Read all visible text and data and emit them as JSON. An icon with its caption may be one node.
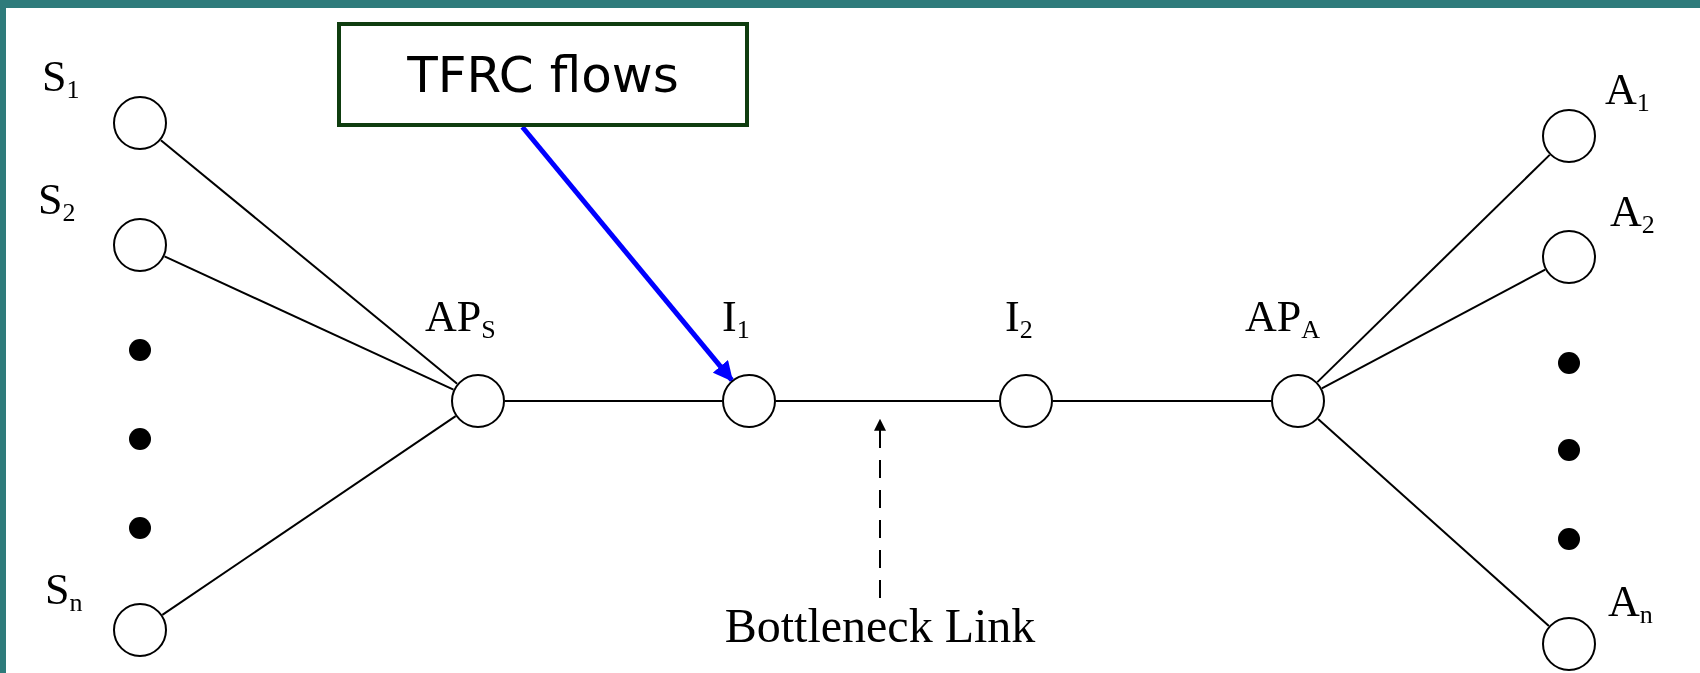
{
  "diagram": {
    "nodes": [
      {
        "text": [],
        "shape": "circle",
        "beside": [
          "S$_{1}$"
        ]
      },
      {
        "text": [],
        "shape": "circle",
        "beside": [
          "S$_{2}$"
        ]
      },
      {
        "text": [],
        "shape": "circle",
        "beside": [
          "S$_{n}$"
        ]
      },
      {
        "text": [],
        "shape": "circle",
        "beside": [
          "AP$_{S}$"
        ]
      },
      {
        "text": [],
        "shape": "circle",
        "beside": [
          "I$_{1}$"
        ]
      },
      {
        "text": [],
        "shape": "circle",
        "beside": [
          "I$_{2}$"
        ]
      },
      {
        "text": [],
        "shape": "circle",
        "beside": [
          "AP$_{A}$"
        ]
      },
      {
        "text": [],
        "shape": "circle",
        "beside": [
          "A$_{1}$"
        ]
      },
      {
        "text": [],
        "shape": "circle",
        "beside": [
          "A$_{2}$"
        ]
      },
      {
        "text": [],
        "shape": "circle",
        "beside": [
          "A$_{n}$"
        ]
      },
      {
        "text": [
          "TFRC flows"
        ]
      },
      {
        "text": [
          "Bottleneck Link"
        ]
      }
    ],
    "edges": [
      {
        "from": 0,
        "to": 3,
        "arrow": "none"
      },
      {
        "from": 1,
        "to": 3,
        "arrow": "none"
      },
      {
        "from": 2,
        "to": 3,
        "arrow": "none"
      },
      {
        "from": 3,
        "to": 4,
        "arrow": "none"
      },
      {
        "from": 4,
        "to": 5,
        "arrow": "none"
      },
      {
        "from": 5,
        "to": 6,
        "arrow": "none"
      },
      {
        "from": 6,
        "to": 7,
        "arrow": "none"
      },
      {
        "from": 6,
        "to": 8,
        "arrow": "none"
      },
      {
        "from": 6,
        "to": 9,
        "arrow": "none"
      },
      {
        "from": 10,
        "to": 4,
        "arrow": "to",
        "style": "thick",
        "color": "#0000ff"
      },
      {
        "from": 11,
        "to": null,
        "arrow": "to",
        "style": "dashed"
      }
    ]
  }
}
